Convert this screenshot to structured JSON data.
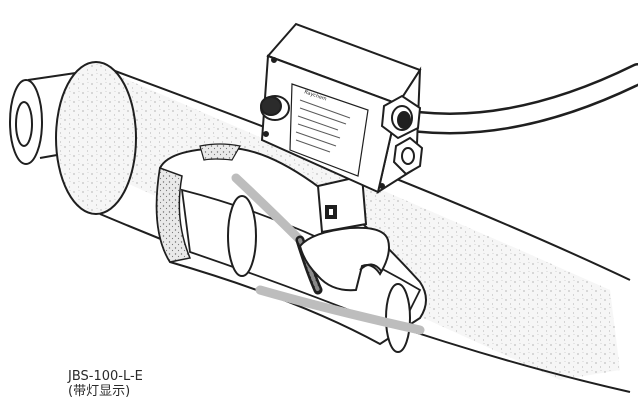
{
  "figure": {
    "caption_line1": "JBS-100-L-E",
    "caption_line2": "(带灯显示)",
    "brand_label": "Raychem",
    "colors": {
      "outline": "#1f1f1f",
      "insulation_fill": "#f3f3f3",
      "heating_cable": "#bdbdbd",
      "background": "#ffffff"
    },
    "icons": [
      "indicator-lamp",
      "cable-gland",
      "junction-box"
    ]
  }
}
